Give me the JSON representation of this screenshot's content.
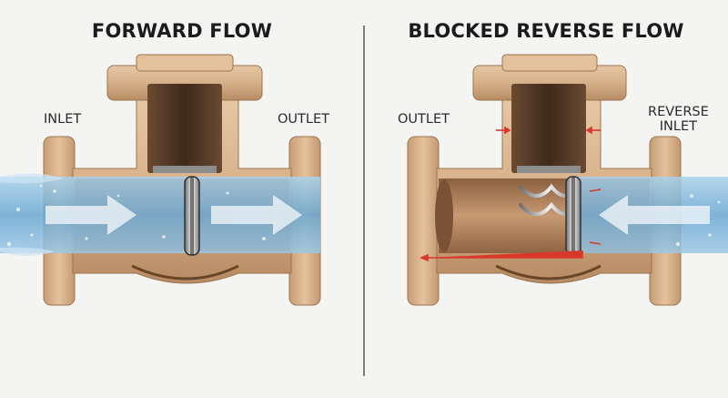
{
  "panels": {
    "left": {
      "title": "FORWARD FLOW",
      "labels": {
        "inlet": "INLET",
        "outlet": "OUTLET"
      }
    },
    "right": {
      "title": "BLOCKED REVERSE FLOW",
      "labels": {
        "outlet": "OUTLET",
        "reverse_inlet_line1": "REVERSE",
        "reverse_inlet_line2": "INLET"
      }
    }
  },
  "colors": {
    "brass": "#d8b48f",
    "brass_dark": "#b48a63",
    "brass_cut": "#8a6242",
    "water": "#7fb7d9",
    "spring": "#b9b9b9",
    "arrow": "#ffffff",
    "warning_red": "#d8382a"
  },
  "icons": [
    "water-flow-arrow-icon",
    "spring-icon",
    "valve-disc-icon",
    "red-pressure-arrow-icon"
  ]
}
